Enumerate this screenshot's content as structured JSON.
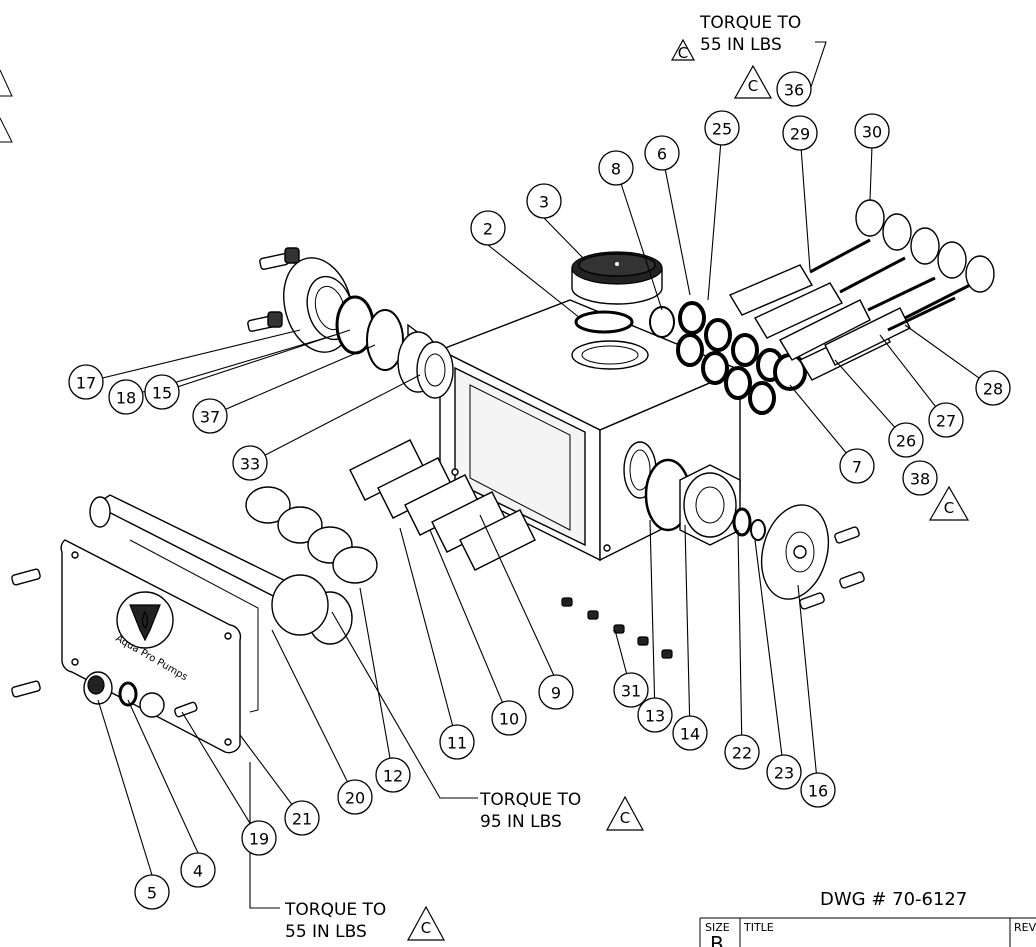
{
  "notes": {
    "torque_top_line1": "TORQUE TO",
    "torque_top_line2": "55 IN LBS",
    "torque_mid_line1": "TORQUE TO",
    "torque_mid_line2": "95 IN LBS",
    "torque_bottom_line1": "TORQUE TO",
    "torque_bottom_line2": "55 IN LBS",
    "revision_letter": "C"
  },
  "brand_text": "Aqua Pro Pumps",
  "title_block": {
    "dwg_number": "DWG # 70-6127",
    "size_label": "SIZE",
    "size_value": "B",
    "title_label": "TITLE",
    "rev_label": "REV"
  },
  "callouts": [
    {
      "id": "2",
      "label": "2"
    },
    {
      "id": "3",
      "label": "3"
    },
    {
      "id": "4",
      "label": "4"
    },
    {
      "id": "5",
      "label": "5"
    },
    {
      "id": "6",
      "label": "6"
    },
    {
      "id": "7",
      "label": "7"
    },
    {
      "id": "8",
      "label": "8"
    },
    {
      "id": "9",
      "label": "9"
    },
    {
      "id": "10",
      "label": "10"
    },
    {
      "id": "11",
      "label": "11"
    },
    {
      "id": "12",
      "label": "12"
    },
    {
      "id": "13",
      "label": "13"
    },
    {
      "id": "14",
      "label": "14"
    },
    {
      "id": "15",
      "label": "15"
    },
    {
      "id": "16",
      "label": "16"
    },
    {
      "id": "17",
      "label": "17"
    },
    {
      "id": "18",
      "label": "18"
    },
    {
      "id": "19",
      "label": "19"
    },
    {
      "id": "20",
      "label": "20"
    },
    {
      "id": "21",
      "label": "21"
    },
    {
      "id": "22",
      "label": "22"
    },
    {
      "id": "23",
      "label": "23"
    },
    {
      "id": "25",
      "label": "25"
    },
    {
      "id": "26",
      "label": "26"
    },
    {
      "id": "27",
      "label": "27"
    },
    {
      "id": "28",
      "label": "28"
    },
    {
      "id": "29",
      "label": "29"
    },
    {
      "id": "30",
      "label": "30"
    },
    {
      "id": "31",
      "label": "31"
    },
    {
      "id": "33",
      "label": "33"
    },
    {
      "id": "36",
      "label": "36"
    },
    {
      "id": "37",
      "label": "37"
    },
    {
      "id": "38",
      "label": "38"
    }
  ]
}
